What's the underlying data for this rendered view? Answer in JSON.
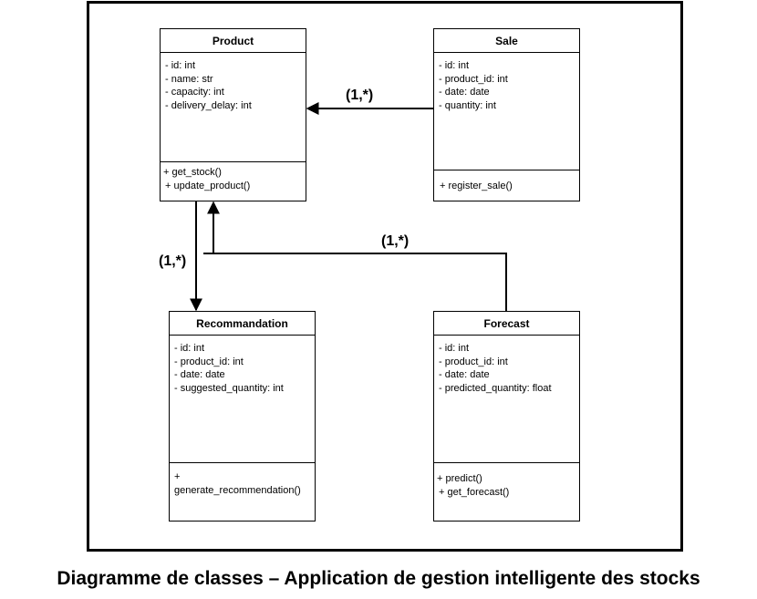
{
  "classes": {
    "product": {
      "name": "Product",
      "attributes": [
        "- id: int",
        "- name: str",
        "- capacity: int",
        "- delivery_delay: int"
      ],
      "methods": [
        "+ get_stock()",
        "+ update_product()"
      ]
    },
    "sale": {
      "name": "Sale",
      "attributes": [
        "- id: int",
        "- product_id: int",
        "- date: date",
        "- quantity: int"
      ],
      "methods": [
        "+ register_sale()"
      ]
    },
    "recommandation": {
      "name": "Recommandation",
      "attributes": [
        "- id: int",
        "- product_id: int",
        "- date: date",
        "- suggested_quantity: int"
      ],
      "methods": [
        "+",
        "generate_recommendation()"
      ]
    },
    "forecast": {
      "name": "Forecast",
      "attributes": [
        "- id: int",
        "- product_id: int",
        "- date: date",
        "- predicted_quantity: float"
      ],
      "methods": [
        "+ predict()",
        "+ get_forecast()"
      ]
    }
  },
  "associations": {
    "sale_to_product": "(1,*)",
    "forecast_to_product": "(1,*)",
    "product_to_recommandation": "(1,*)"
  },
  "caption": "Diagramme de classes – Application de gestion intelligente des stocks"
}
